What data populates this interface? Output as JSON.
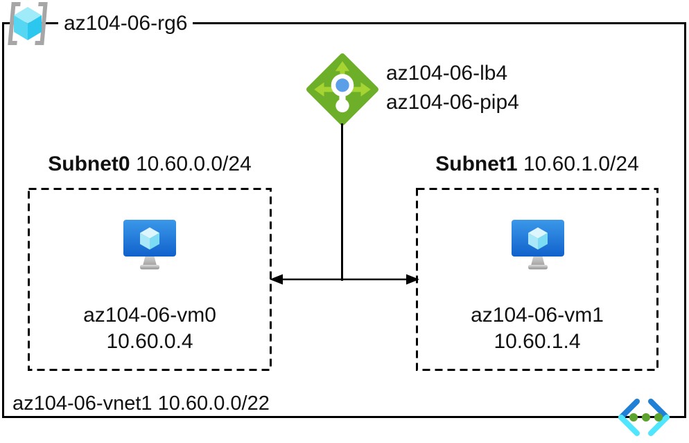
{
  "resource_group": {
    "label": "az104-06-rg6"
  },
  "load_balancer": {
    "name": "az104-06-lb4",
    "public_ip": "az104-06-pip4"
  },
  "subnets": [
    {
      "name": "Subnet0",
      "cidr": "10.60.0.0/24",
      "vm_name": "az104-06-vm0",
      "vm_ip": "10.60.0.4"
    },
    {
      "name": "Subnet1",
      "cidr": "10.60.1.0/24",
      "vm_name": "az104-06-vm1",
      "vm_ip": "10.60.1.4"
    }
  ],
  "vnet": {
    "name": "az104-06-vnet1",
    "cidr": "10.60.0.0/22"
  },
  "icons": {
    "resource_group": "resource-group-brackets-cube-icon",
    "load_balancer": "load-balancer-green-diamond-icon",
    "virtual_machine": "vm-monitor-icon",
    "virtual_network": "vnet-chevrons-icon"
  },
  "colors": {
    "line_black": "#000000",
    "text_black": "#111111",
    "rg_bracket_gray": "#a6a6a6",
    "rg_cube_top": "#9febf9",
    "rg_cube_left": "#55d6f3",
    "rg_cube_right": "#2cc7ee",
    "lb_diamond_green": "#6daf28",
    "lb_arrow_green": "#a6d433",
    "lb_dot_blue": "#5b9fe8",
    "vm_screen_top_blue": "#3a98e9",
    "vm_screen_bottom_blue": "#1161cb",
    "vm_cube_top": "#ddf6fd",
    "vm_cube_left": "#a9e8f8",
    "vm_cube_right": "#7cdcf4",
    "stand_gray": "#b5b5b5",
    "vnet_chevron_blue": "#1f80d6",
    "vnet_chevron_cyan": "#50e6ff",
    "vnet_dot_green": "#5ba32e"
  }
}
